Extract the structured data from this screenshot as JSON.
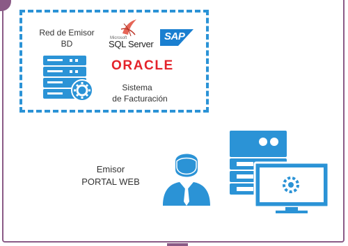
{
  "network": {
    "title_line1": "Red de Emisor",
    "title_line2": "BD",
    "subtitle_line1": "Sistema",
    "subtitle_line2": "de Facturación"
  },
  "logos": {
    "sqlserver_small": "Microsoft",
    "sqlserver": "SQL Server",
    "sap": "SAP",
    "oracle": "ORACLE"
  },
  "portal": {
    "line1": "Emisor",
    "line2": "PORTAL WEB"
  },
  "colors": {
    "accent_blue": "#2b93d6",
    "frame": "#8a5a86",
    "oracle_red": "#e4222a"
  }
}
